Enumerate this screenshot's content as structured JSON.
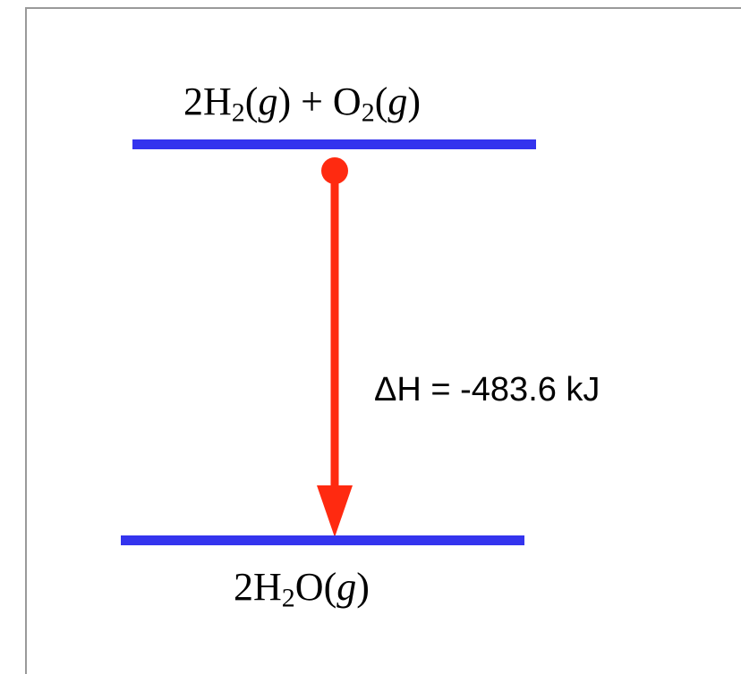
{
  "reactants": {
    "coef": "2",
    "h_symbol": "H",
    "h_sub": "2",
    "h_state": "g",
    "plus": " + ",
    "o_symbol": "O",
    "o_sub": "2",
    "o_state": "g"
  },
  "products": {
    "coef": "2",
    "h_symbol": "H",
    "h_sub": "2",
    "o_symbol": "O",
    "state": "g"
  },
  "enthalpy_label": "ΔH = -483.6 kJ",
  "colors": {
    "level": "#3434ee",
    "arrow": "#ff2a10",
    "text": "#000000"
  },
  "icons": {
    "arrow": "down-arrow-icon"
  }
}
